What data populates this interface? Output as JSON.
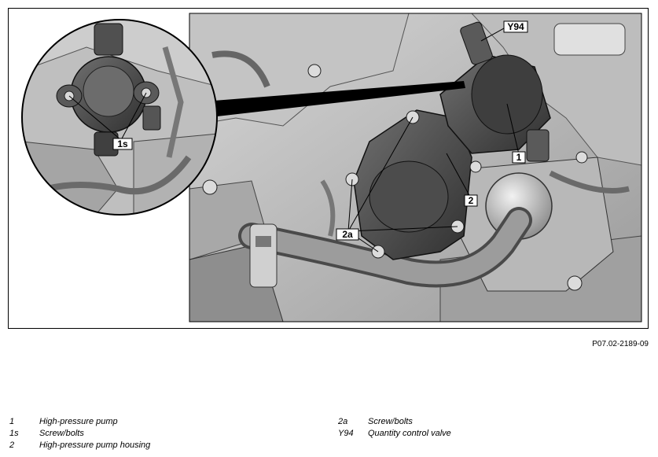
{
  "figure": {
    "figure_id": "P07.02-2189-09",
    "callouts": {
      "y94": "Y94",
      "one": "1",
      "two": "2",
      "two_a": "2a",
      "one_s": "1s"
    }
  },
  "legend": {
    "left": [
      {
        "key": "1",
        "text": "High-pressure pump"
      },
      {
        "key": "1s",
        "text": "Screw/bolts"
      },
      {
        "key": "2",
        "text": "High-pressure pump housing"
      }
    ],
    "right": [
      {
        "key": "2a",
        "text": "Screw/bolts"
      },
      {
        "key": "Y94",
        "text": "Quantity control valve"
      }
    ]
  }
}
